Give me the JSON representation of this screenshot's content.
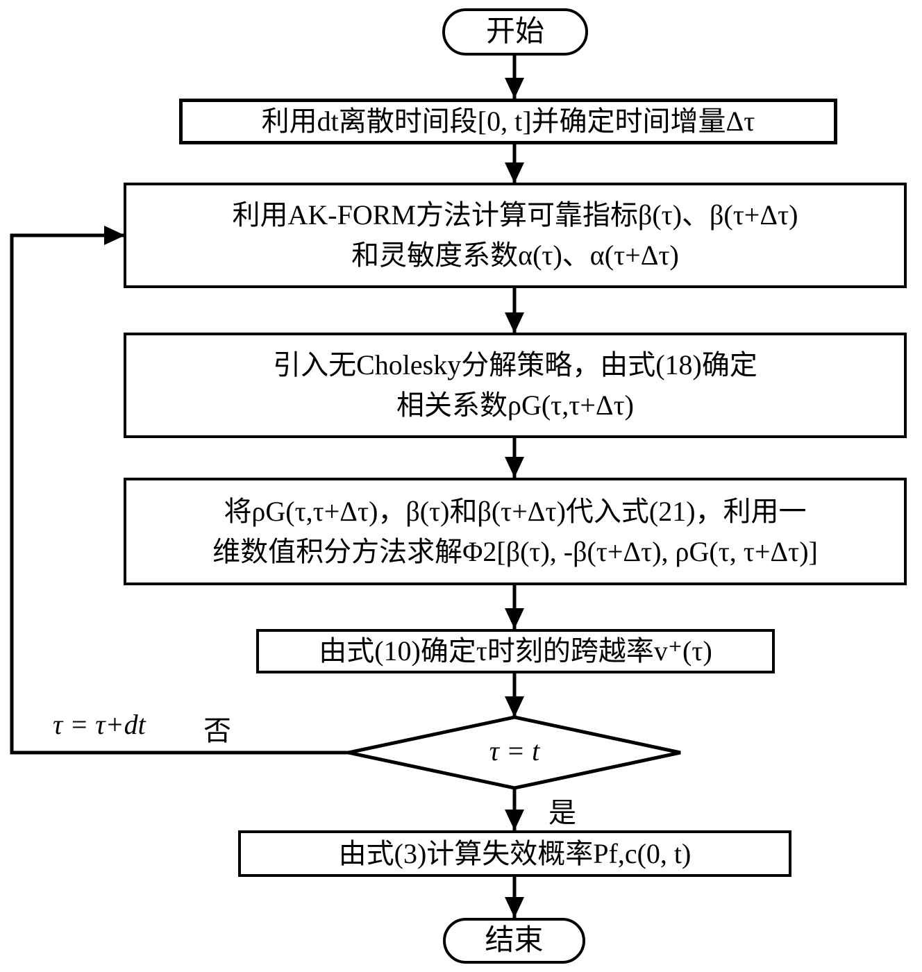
{
  "flowchart": {
    "start": {
      "label": "开始"
    },
    "steps": [
      {
        "id": "discretize",
        "lines": [
          "利用dt离散时间段[0, t]并确定时间增量Δτ"
        ]
      },
      {
        "id": "ak-form",
        "lines": [
          "利用AK-FORM方法计算可靠指标β(τ)、β(τ+Δτ)",
          "和灵敏度系数α(τ)、α(τ+Δτ)"
        ]
      },
      {
        "id": "correlation",
        "lines": [
          "引入无Cholesky分解策略，由式(18)确定",
          "相关系数ρG(τ,τ+Δτ)"
        ]
      },
      {
        "id": "integration",
        "lines": [
          "将ρG(τ,τ+Δτ)，β(τ)和β(τ+Δτ)代入式(21)，利用一",
          "维数值积分方法求解Φ2[β(τ), -β(τ+Δτ), ρG(τ, τ+Δτ)]"
        ]
      },
      {
        "id": "crossing-rate",
        "lines": [
          "由式(10)确定τ时刻的跨越率v⁺(τ)"
        ]
      },
      {
        "id": "failure-prob",
        "lines": [
          "由式(3)计算失效概率Pf,c(0, t)"
        ]
      }
    ],
    "decision": {
      "label": "τ = t",
      "yes_label": "是",
      "no_label": "否",
      "loop_label": "τ = τ+dt"
    },
    "end": {
      "label": "结束"
    },
    "colors": {
      "stroke": "#000000",
      "background": "#ffffff",
      "text": "#000000"
    }
  }
}
